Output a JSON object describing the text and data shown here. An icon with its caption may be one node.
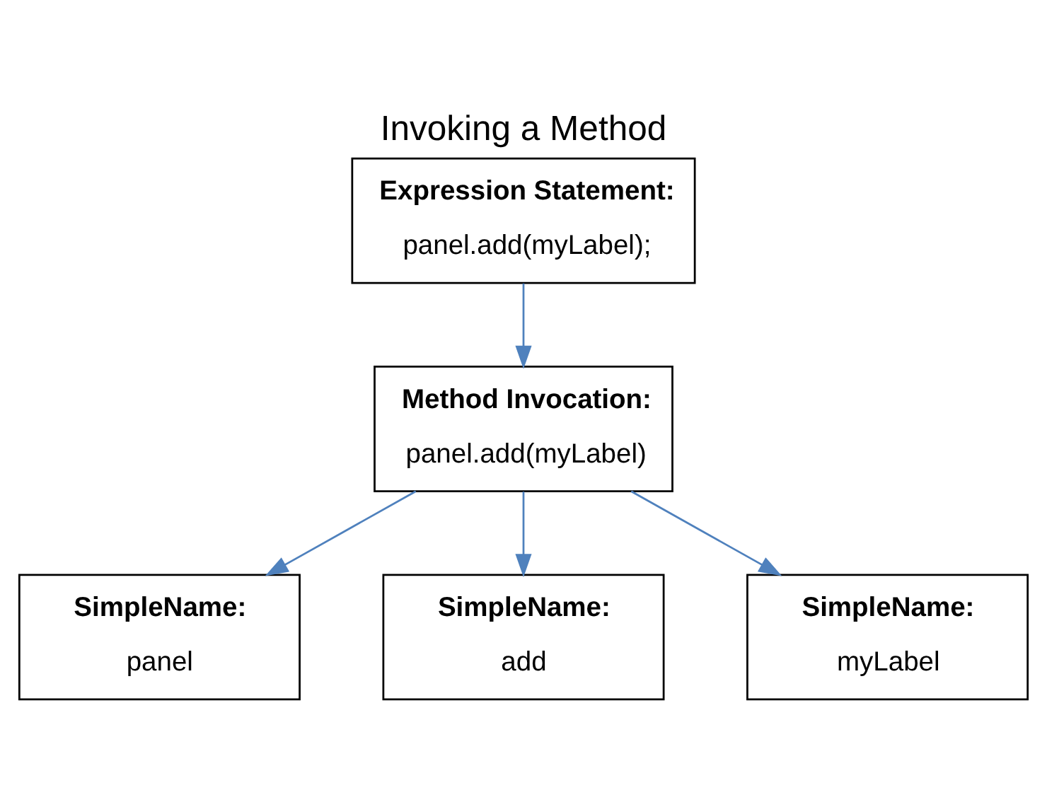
{
  "diagram": {
    "title": "Invoking a Method",
    "nodes": [
      {
        "text": [
          "Expression Statement:",
          "panel.add(myLabel);"
        ]
      },
      {
        "text": [
          "Method Invocation:",
          "panel.add(myLabel)"
        ]
      },
      {
        "text": [
          "SimpleName:",
          "panel"
        ]
      },
      {
        "text": [
          "SimpleName:",
          "add"
        ]
      },
      {
        "text": [
          "SimpleName:",
          "myLabel"
        ]
      }
    ],
    "edges": [
      {
        "from": 0,
        "to": 1,
        "arrow": "to"
      },
      {
        "from": 1,
        "to": 2,
        "arrow": "to"
      },
      {
        "from": 1,
        "to": 3,
        "arrow": "to"
      },
      {
        "from": 1,
        "to": 4,
        "arrow": "to"
      }
    ]
  }
}
